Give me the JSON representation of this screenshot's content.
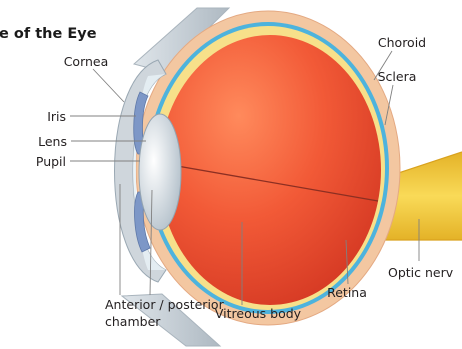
{
  "title": "e of the Eye",
  "labels": {
    "cornea": "Cornea",
    "iris": "Iris",
    "lens": "Lens",
    "pupil": "Pupil",
    "choroid": "Choroid",
    "sclera": "Sclera",
    "optic_nerve": "Optic nerv",
    "retina": "Retina",
    "vitreous_body": "Vitreous body",
    "chamber_line1": "Anterior / posterior",
    "chamber_line2": "chamber"
  },
  "colors": {
    "sclera": "#f3c7a1",
    "choroid": "#4db3dd",
    "retina_band": "#f7e08a",
    "vitreous": "#e8442a",
    "optic_nerve": "#f2cd3a",
    "lens": "#e9eef2",
    "iris": "#7d97c7",
    "cornea": "#cfd6dc",
    "eyelid": "#c6cfd6"
  }
}
